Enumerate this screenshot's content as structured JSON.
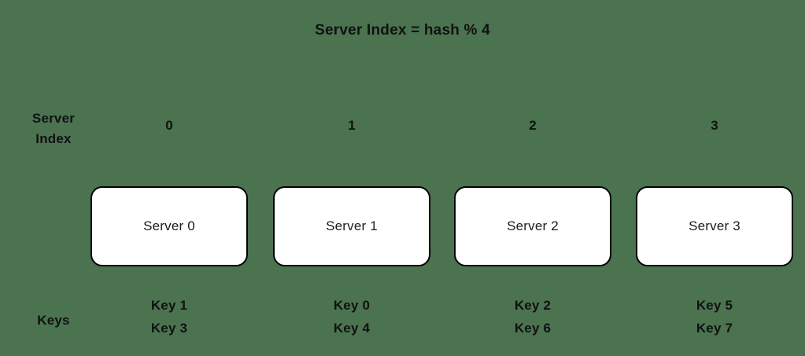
{
  "diagram": {
    "title": "Server Index = hash % 4",
    "background_color": "#4b7350",
    "box_fill_color": "#ffffff",
    "box_border_color": "#000000",
    "text_color": "#111111",
    "row_labels": {
      "server_index": "Server\nIndex",
      "server_index_line1": "Server",
      "server_index_line2": "Index",
      "keys": "Keys"
    },
    "columns": [
      {
        "index": "0",
        "server_label": "Server 0",
        "keys": [
          "Key 1",
          "Key 3"
        ]
      },
      {
        "index": "1",
        "server_label": "Server 1",
        "keys": [
          "Key 0",
          "Key 4"
        ]
      },
      {
        "index": "2",
        "server_label": "Server 2",
        "keys": [
          "Key 2",
          "Key 6"
        ]
      },
      {
        "index": "3",
        "server_label": "Server 3",
        "keys": [
          "Key 5",
          "Key 7"
        ]
      }
    ]
  }
}
